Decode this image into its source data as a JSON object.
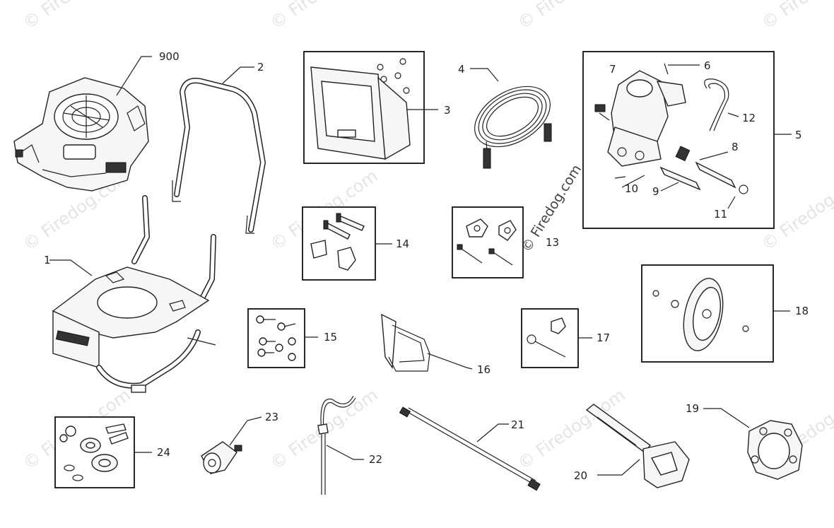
{
  "watermark": {
    "text": "© Firedog.com",
    "center_text": "© Firedog.com"
  },
  "callouts": {
    "c900": "900",
    "c1": "1",
    "c2": "2",
    "c3": "3",
    "c4": "4",
    "c5": "5",
    "c6": "6",
    "c7": "7",
    "c8": "8",
    "c9": "9",
    "c10": "10",
    "c11": "11",
    "c12": "12",
    "c13": "13",
    "c14": "14",
    "c15": "15",
    "c16": "16",
    "c17": "17",
    "c18": "18",
    "c19": "19",
    "c20": "20",
    "c21": "21",
    "c22": "22",
    "c23": "23",
    "c24": "24"
  },
  "colors": {
    "line": "#222222",
    "watermark": "#cfcfcf",
    "background": "#ffffff"
  }
}
